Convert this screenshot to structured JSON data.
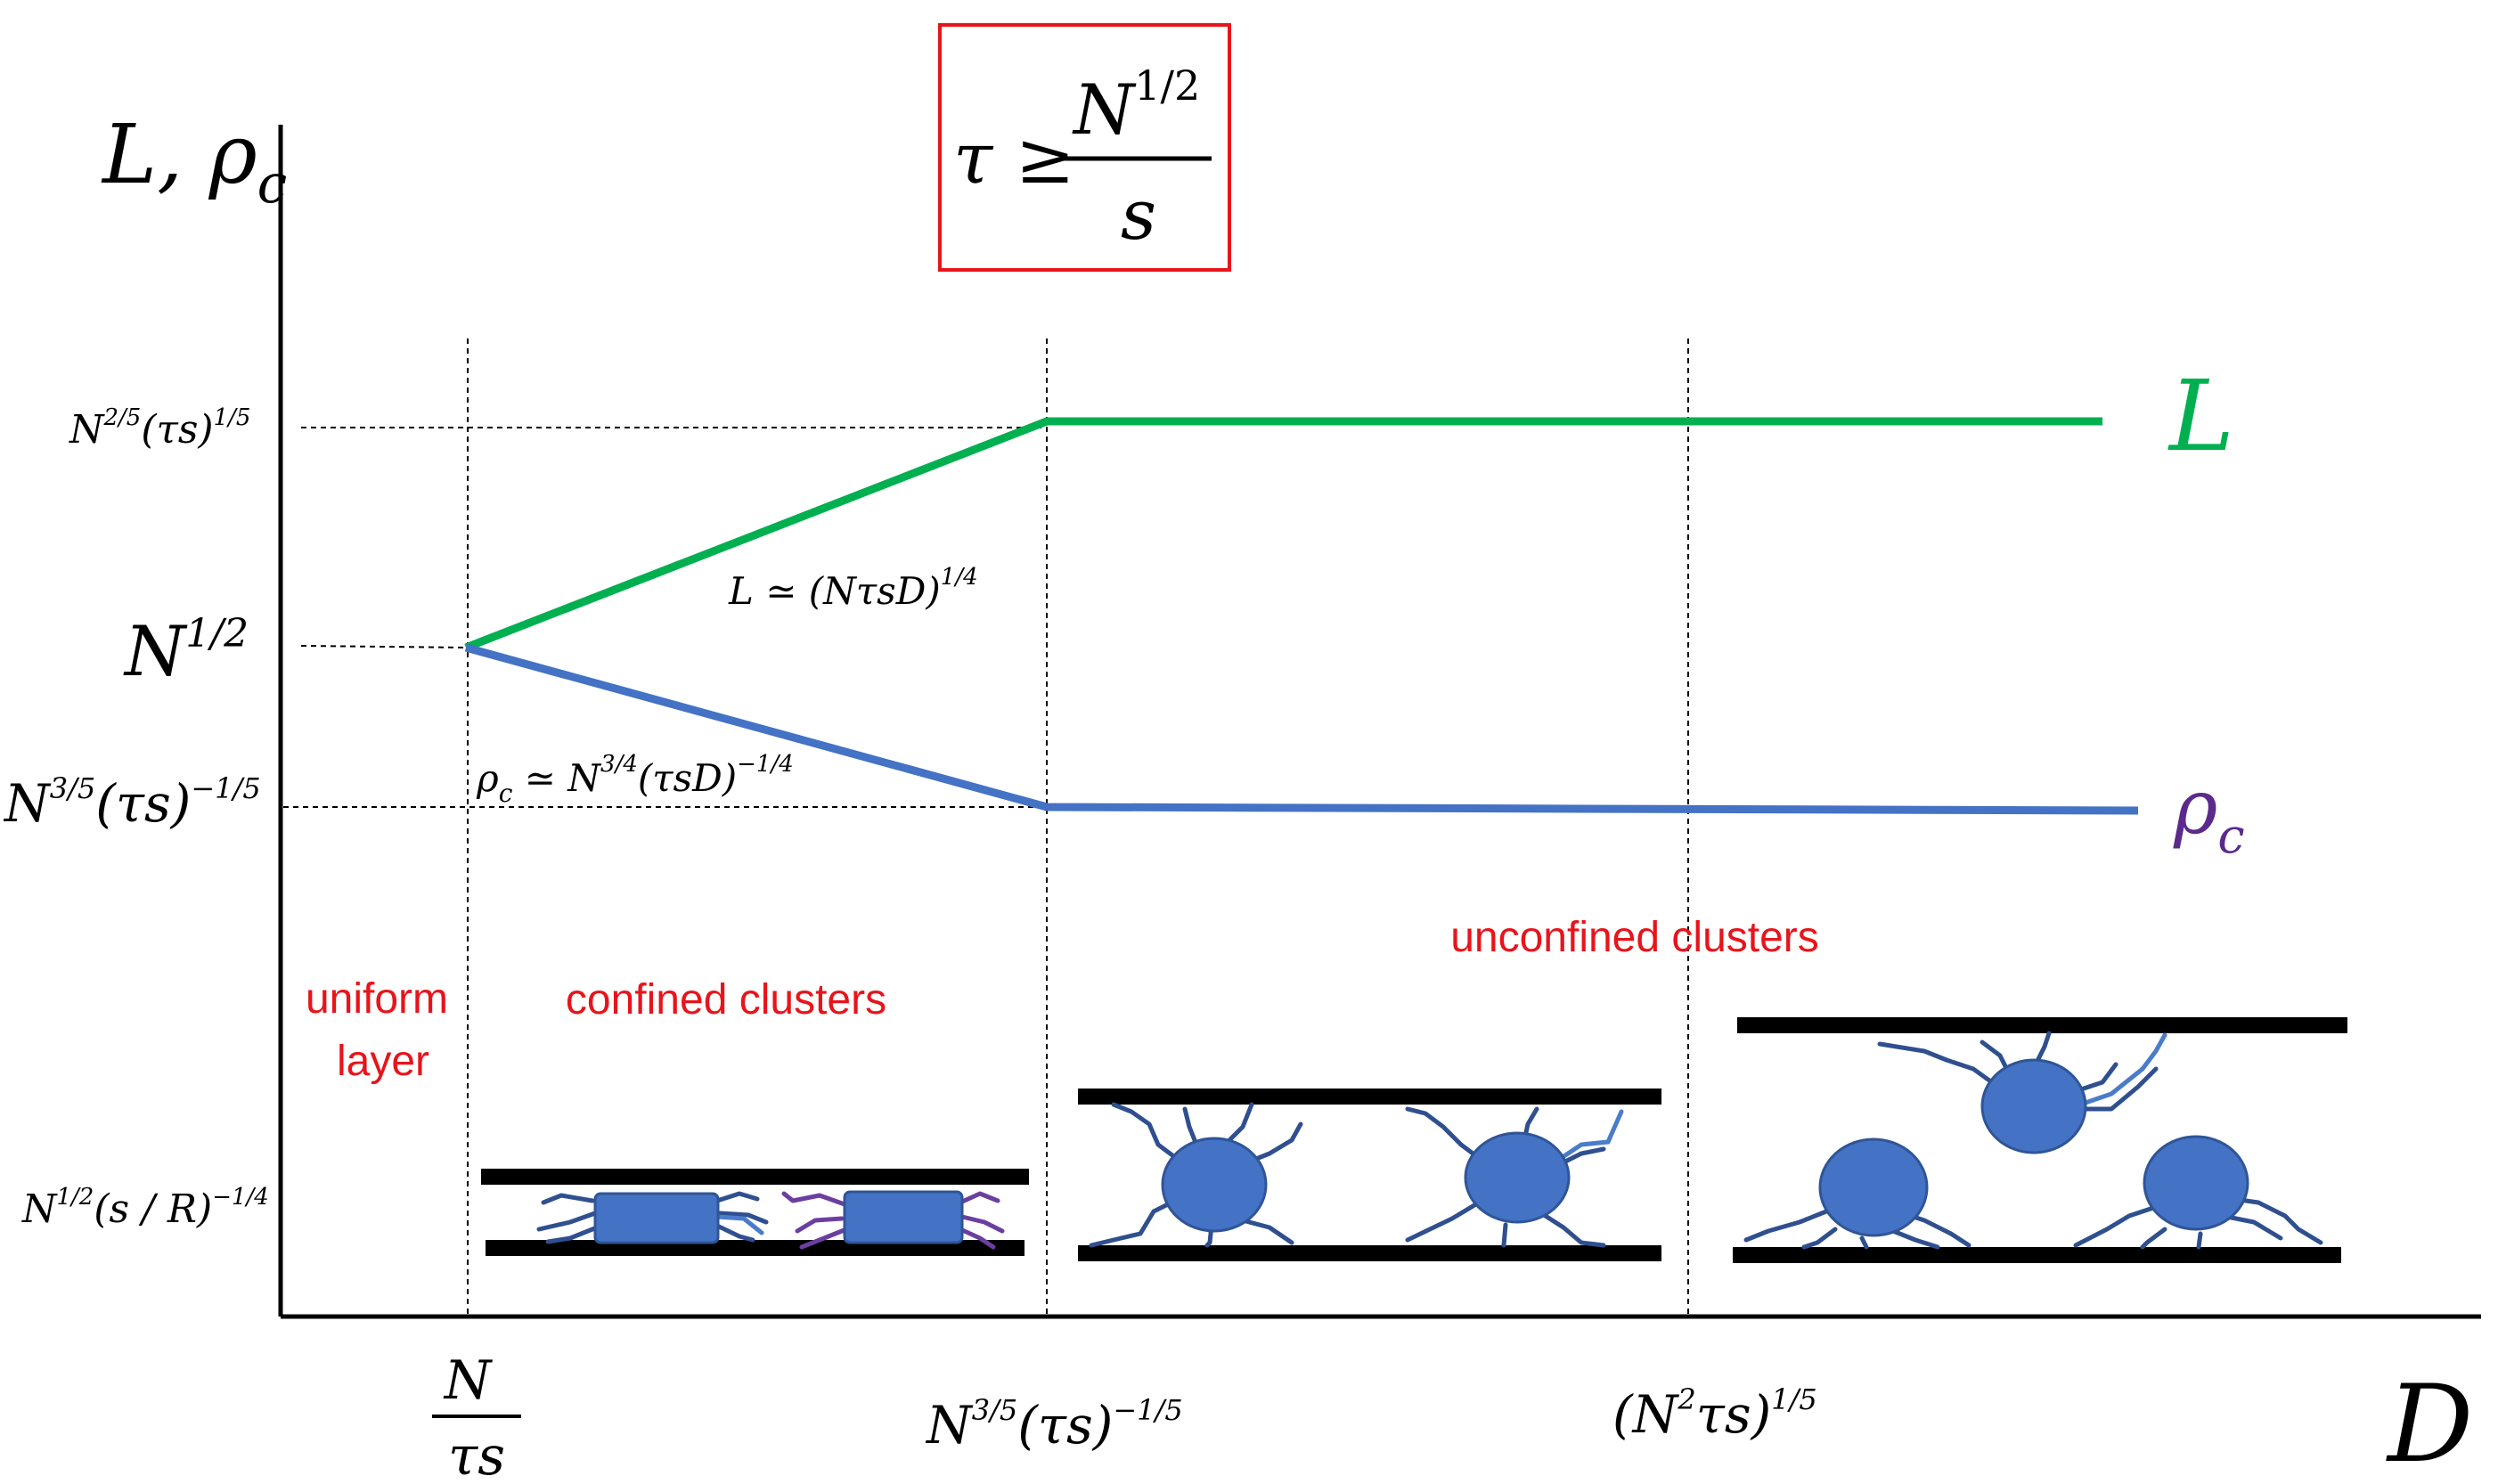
{
  "condition": {
    "lhs": "τ ≥",
    "numerator_base": "N",
    "numerator_exp": "1/2",
    "denominator": "s",
    "box_color": "#e8141b"
  },
  "axes": {
    "y_label_main": "L, ρ",
    "y_label_sub": "c",
    "x_label": "D"
  },
  "y_ticks": {
    "t1": {
      "base1": "N",
      "exp1": "2/5",
      "mid": "(τs)",
      "exp2": "1/5"
    },
    "t2": {
      "base1": "N",
      "exp1": "1/2"
    },
    "t3": {
      "base1": "N",
      "exp1": "3/5",
      "mid": "(τs)",
      "exp2": "−1/5"
    },
    "t4": {
      "base1": "N",
      "exp1": "1/2",
      "mid": "(s / R)",
      "exp2": "−1/4"
    }
  },
  "x_ticks": {
    "t1": {
      "num": "N",
      "den": "τs"
    },
    "t2": {
      "base1": "N",
      "exp1": "3/5",
      "mid": "(τs)",
      "exp2": "−1/5"
    },
    "t3": {
      "pre": "(N",
      "exp1": "2",
      "mid": "τs)",
      "exp2": "1/5"
    }
  },
  "curves": {
    "L": {
      "label": "L",
      "color": "#00b050"
    },
    "rho": {
      "label": "ρ",
      "label_sub": "c",
      "color": "#4472c4",
      "label_color": "#5b2a8c"
    }
  },
  "annotations": {
    "L_formula": {
      "main": "L ≃ (NτsD)",
      "exp": "1/4"
    },
    "rho_formula": {
      "rho": "ρ",
      "sub": "c",
      "mid": " ≃ N",
      "exp1": "3/4",
      "mid2": "(τsD)",
      "exp2": "−1/4"
    }
  },
  "regions": {
    "uniform_line1": "uniform",
    "uniform_line2": "layer",
    "confined": "confined clusters",
    "unconfined": "unconfined clusters",
    "color": "#e8141b"
  }
}
